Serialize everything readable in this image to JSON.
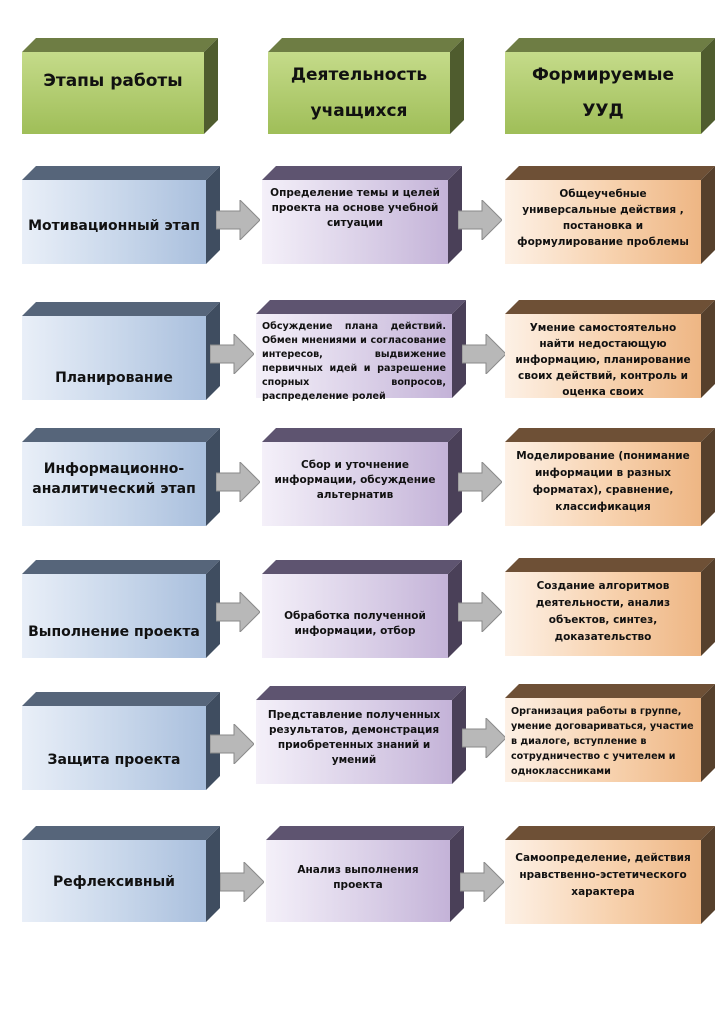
{
  "headers": {
    "stages": "Этапы работы",
    "activity_line1": "Деятельность",
    "activity_line2": "учащихся",
    "uud_line1": "Формируемые",
    "uud_line2": "УУД"
  },
  "rows": [
    {
      "stage": "Мотивационный этап",
      "activity": "Определение темы и целей проекта на основе учебной ситуации",
      "uud": "Общеучебные универсальные действия , постановка и формулирование проблемы"
    },
    {
      "stage": "Планирование",
      "activity": "Обсуждение плана действий. Обмен мнениями и согласование интересов, выдвижение первичных идей и разрешение спорных вопросов, распределение ролей",
      "uud": "Умение самостоятельно найти недостающую информацию, планирование своих действий, контроль и оценка своих"
    },
    {
      "stage_line1": "Информационно-",
      "stage_line2": "аналитический этап",
      "activity": "Сбор и уточнение информации, обсуждение альтернатив",
      "uud": "Моделирование (понимание информации в разных форматах), сравнение, классификация"
    },
    {
      "stage": "Выполнение проекта",
      "activity": "Обработка полученной информации, отбор",
      "uud": "Создание алгоритмов деятельности, анализ объектов, синтез, доказательство"
    },
    {
      "stage": "Защита проекта",
      "activity": "Представление полученных результатов, демонстрация приобретенных знаний и умений",
      "uud": "Организация работы в группе, умение договариваться, участие в диалоге, вступление в сотрудничество с учителем и одноклассниками"
    },
    {
      "stage": "Рефлексивный",
      "activity": "Анализ выполнения проекта",
      "uud": "Самоопределение, действия нравственно-эстетического характера"
    }
  ],
  "colors": {
    "header": "#9fbe58",
    "stage": "#a9bfdd",
    "activity": "#c4b3d8",
    "uud": "#eeb684",
    "arrow": "#b8b8b8"
  }
}
